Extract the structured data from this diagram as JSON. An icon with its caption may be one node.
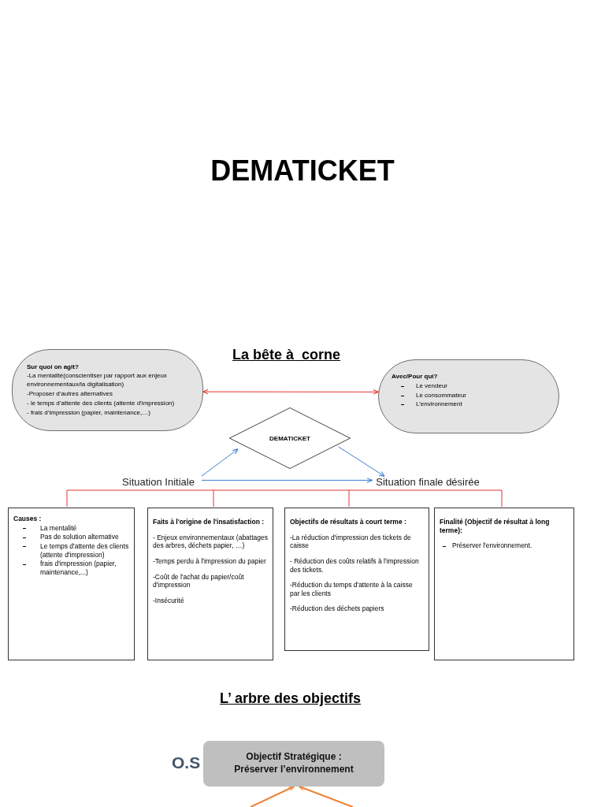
{
  "diagram": {
    "title": "DEMATICKET",
    "nodes": [
      {
        "text": [
          "Sur quoi on agit?",
          "-La mentalité(conscientiser par rapport aux enjeux environnementaux/la digitalisation)",
          "-Proposer d’autres alternatives",
          "- le temps d’attente des clients (attente d’impression)",
          "- frais d’impression (papier, maintenance,…)"
        ]
      },
      {
        "text": [
          "Avec/Pour qui?",
          "Le vendeur",
          "Le consommateur",
          "L’environnement"
        ]
      },
      {
        "text": [
          "DEMATICKET"
        ]
      },
      {
        "text": [
          "Situation Initiale"
        ]
      },
      {
        "text": [
          "Situation finale désirée"
        ]
      },
      {
        "text": [
          "Causes :",
          "La mentalité",
          "Pas de solution alternative",
          "Le temps d'attente des clients (attente d'impression)",
          "frais d'impression (papier, maintenance,...)"
        ]
      },
      {
        "text": [
          "Faits à l'origine de l'insatisfaction :",
          "- Enjeux environnementaux (abattages des arbres, déchets papier, …)",
          "-Temps perdu à l'impression du papier",
          "-Coût de l'achat du papier/coût d'impression",
          "-Insécurité"
        ]
      },
      {
        "text": [
          "Objectifs de résultats à court terme :",
          "-La réduction d'impression des tickets de caisse",
          "- Réduction des coûts relatifs à l'impression des tickets.",
          "-Réduction du temps d'attente à la caisse par les clients",
          "-Réduction des déchets papiers"
        ]
      },
      {
        "text": [
          "Finalité (Objectif de résultat à long terme):",
          "Préserver l'environnement."
        ]
      },
      {
        "text": [
          "Objectif Stratégique :",
          "Préserver l’environnement"
        ],
        "beside": [
          "O.S"
        ]
      }
    ],
    "edges": [
      {
        "from": 0,
        "to": 1,
        "arrow": "both",
        "color": "#e8322c"
      },
      {
        "from": 3,
        "to": 2,
        "arrow": "to",
        "color": "#3f7fd6"
      },
      {
        "from": 2,
        "to": 4,
        "arrow": "to",
        "color": "#3f7fd6"
      },
      {
        "from": 3,
        "to": 4,
        "arrow": "to",
        "color": "#3f7fd6"
      },
      {
        "from": null,
        "to": 9,
        "arrow": "to",
        "color": "#f08030"
      },
      {
        "from": null,
        "to": 9,
        "arrow": "to",
        "color": "#f08030"
      }
    ],
    "labels": [
      "La bête à  corne",
      "L’ arbre des objectifs"
    ]
  }
}
